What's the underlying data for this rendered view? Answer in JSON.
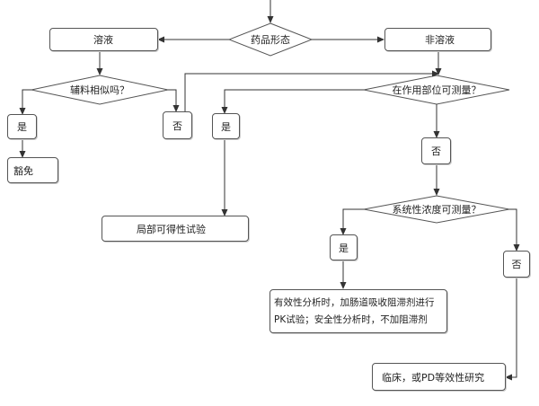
{
  "nodes": {
    "dosage_form": "药品形态",
    "solution": "溶液",
    "non_solution": "非溶液",
    "excipient_similar": "辅料相似吗？",
    "measurable_at_site": "在作用部位可测量？",
    "yes_1": "是",
    "no_1": "否",
    "yes_2": "是",
    "no_2": "否",
    "waiver": "豁免",
    "local_bioavail": "局部可得性试验",
    "systemic_measurable": "系统性浓度可测量？",
    "yes_3": "是",
    "no_3": "否",
    "pk_line1": "有效性分析时，加肠道吸收阻滞剂进行",
    "pk_line2": "PK试验；安全性分析时，不加阻滞剂",
    "clinical_pd": "临床，或PD等效性研究"
  },
  "colors": {
    "line": "#333333",
    "border": "#555555",
    "fill": "#ffffff"
  }
}
